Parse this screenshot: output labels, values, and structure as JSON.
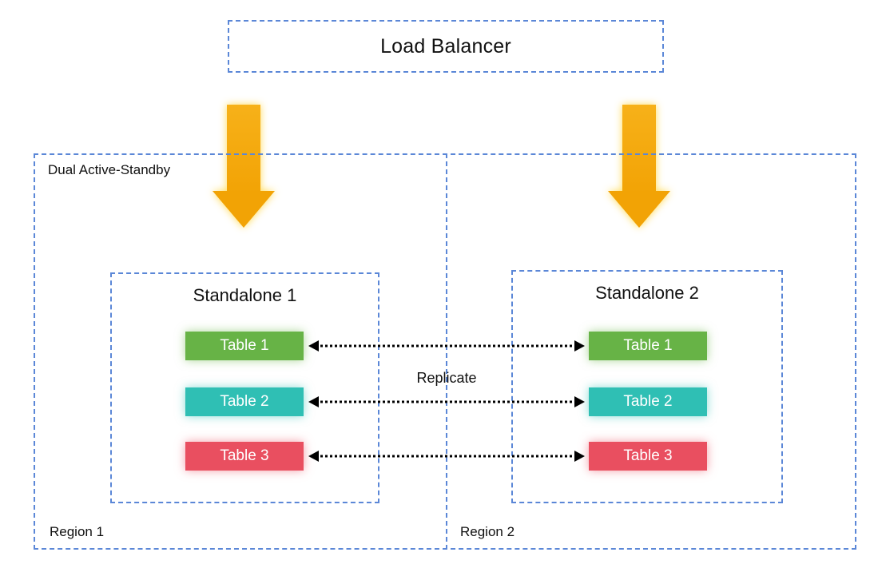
{
  "load_balancer": {
    "label": "Load Balancer"
  },
  "group": {
    "label": "Dual Active-Standby"
  },
  "replicate": {
    "label": "Replicate"
  },
  "regions": [
    {
      "label": "Region 1",
      "standalone": {
        "title": "Standalone 1",
        "tables": [
          {
            "label": "Table 1",
            "color": "#67b346"
          },
          {
            "label": "Table 2",
            "color": "#2fbfb4"
          },
          {
            "label": "Table 3",
            "color": "#e94f60"
          }
        ]
      }
    },
    {
      "label": "Region 2",
      "standalone": {
        "title": "Standalone 2",
        "tables": [
          {
            "label": "Table 1",
            "color": "#67b346"
          },
          {
            "label": "Table 2",
            "color": "#2fbfb4"
          },
          {
            "label": "Table 3",
            "color": "#e94f60"
          }
        ]
      }
    }
  ],
  "colors": {
    "dashed_border": "#5b87d7",
    "arrow_fill": "#f2a305",
    "table_green": "#67b346",
    "table_teal": "#2fbfb4",
    "table_red": "#e94f60"
  }
}
